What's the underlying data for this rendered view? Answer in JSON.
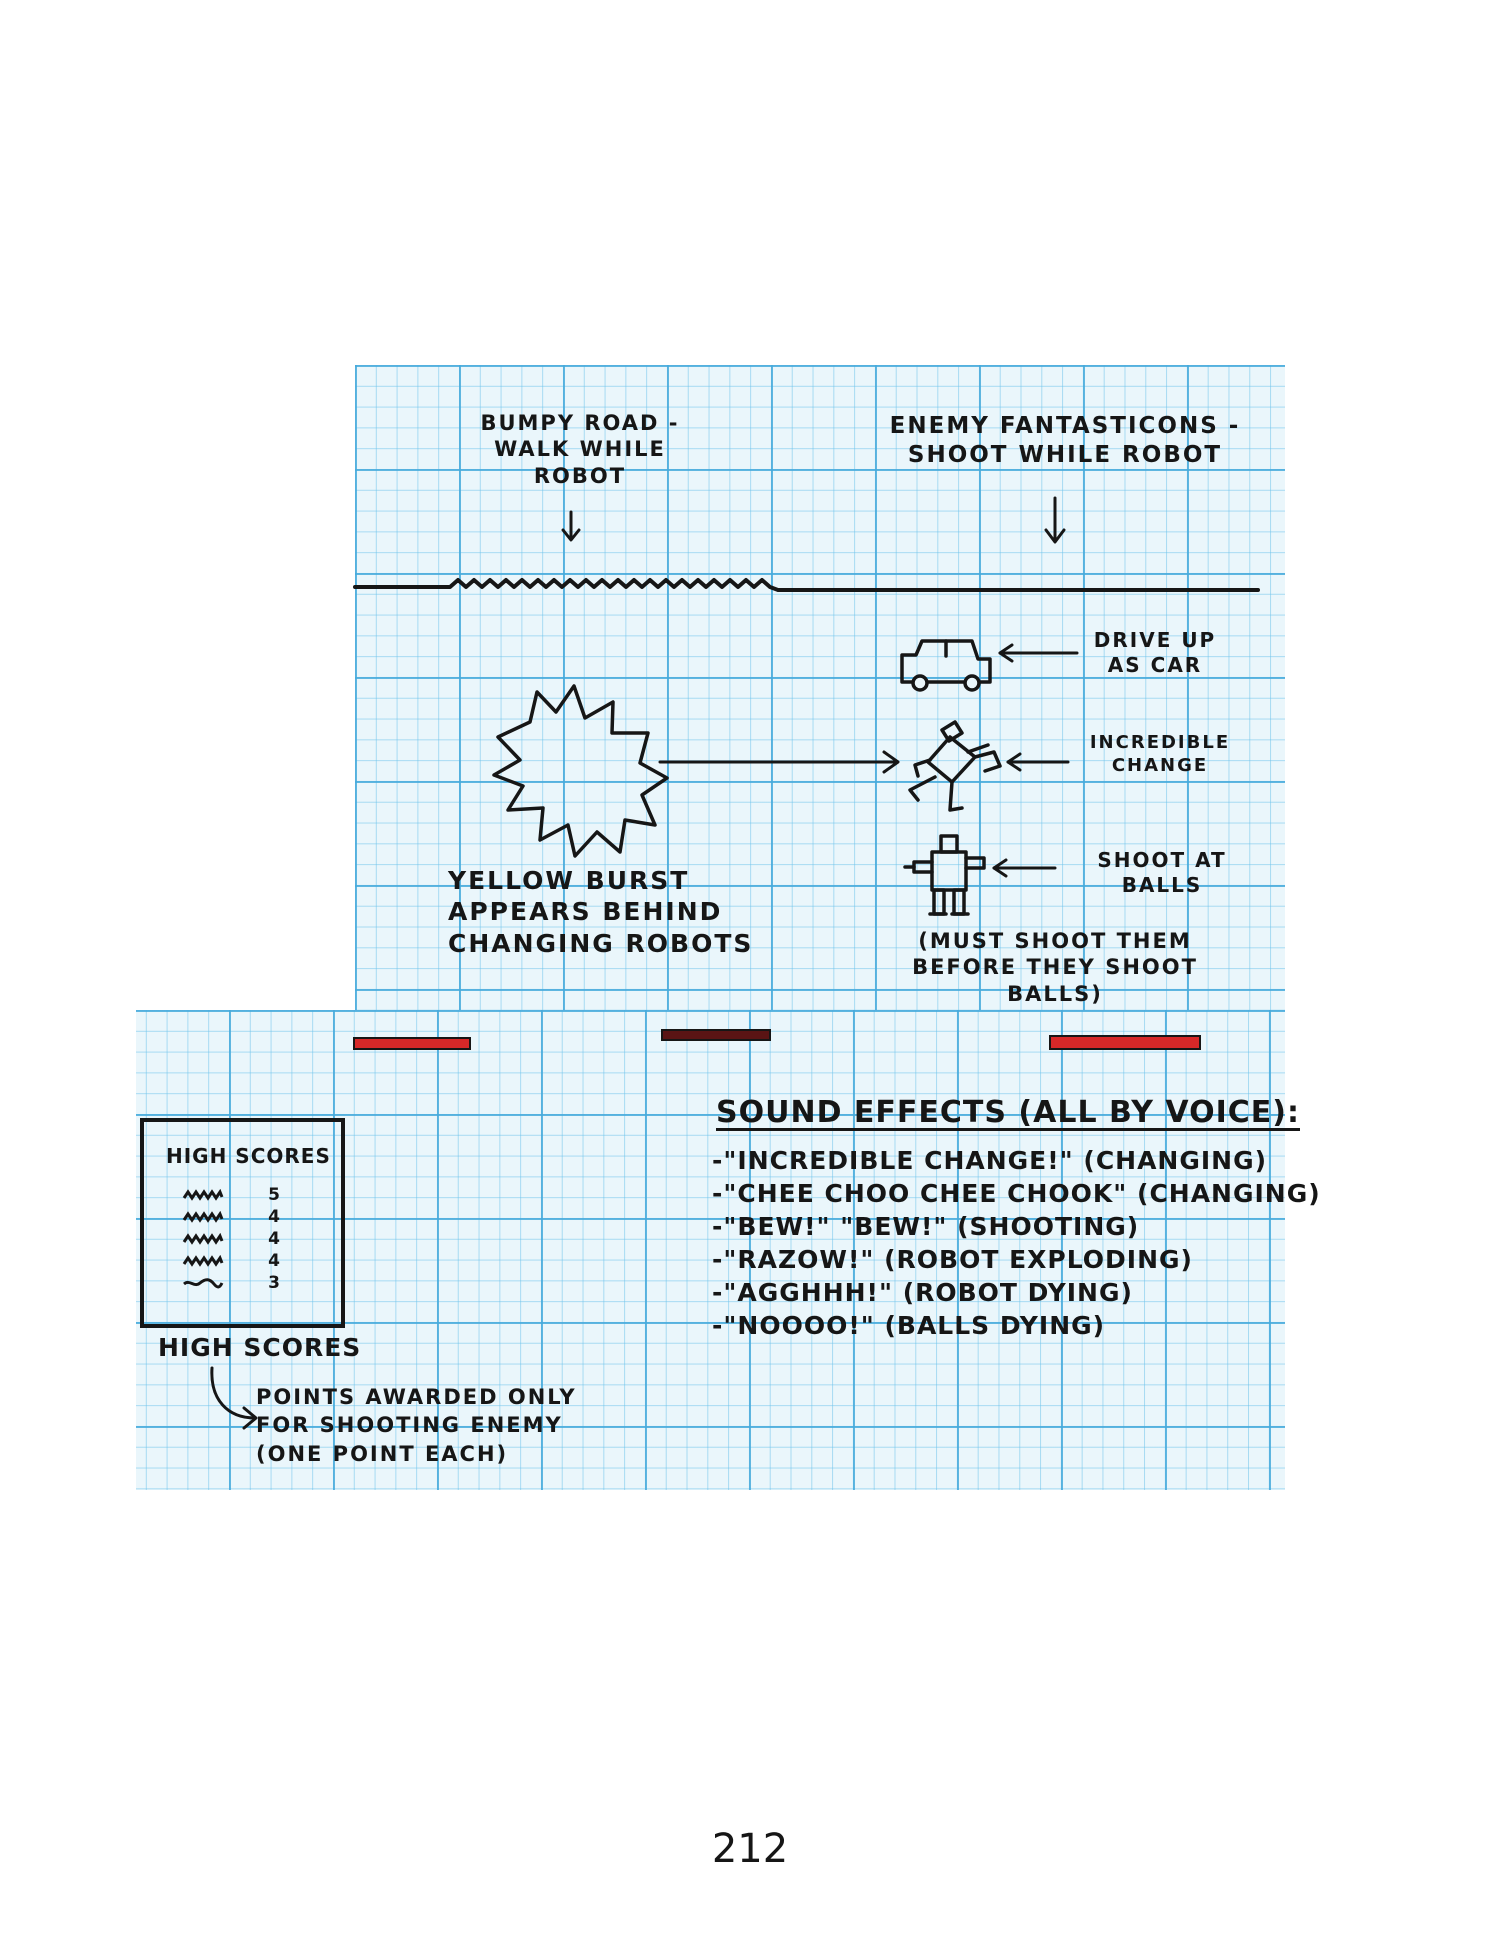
{
  "labels": {
    "bumpy_road": "BUMPY ROAD - WALK WHILE ROBOT",
    "enemy": "ENEMY FANTASTICONS - SHOOT WHILE ROBOT",
    "drive_car": "DRIVE UP AS CAR",
    "incredible_change": "INCREDIBLE CHANGE",
    "shoot_balls": "SHOOT AT BALLS",
    "yellow_burst": "YELLOW BURST APPEARS BEHIND CHANGING ROBOTS",
    "must_shoot": "(MUST SHOOT THEM BEFORE THEY SHOOT BALLS)"
  },
  "high_scores": {
    "box_title": "HIGH SCORES",
    "values": [
      "5",
      "4",
      "4",
      "4",
      "3"
    ],
    "caption": "HIGH SCORES",
    "note": "POINTS AWARDED ONLY FOR SHOOTING ENEMY (ONE POINT EACH)"
  },
  "sound_effects": {
    "heading": "SOUND EFFECTS (ALL BY VOICE):",
    "items": [
      "-\"INCREDIBLE CHANGE!\" (CHANGING)",
      "-\"CHEE CHOO CHEE CHOOK\" (CHANGING)",
      "-\"BEW!\" \"BEW!\" (SHOOTING)",
      "-\"RAZOW!\" (ROBOT EXPLODING)",
      "-\"AGGHHH!\" (ROBOT DYING)",
      "-\"NOOOO!\" (BALLS DYING)"
    ]
  },
  "colors": {
    "ink": "#161616",
    "grid_line": "#46aadc",
    "paper": "#eaf6fb",
    "platform_red": "#d62828"
  },
  "icons": [
    "car-icon",
    "transforming-robot-icon",
    "robot-icon",
    "burst-icon"
  ],
  "page_number": "212"
}
